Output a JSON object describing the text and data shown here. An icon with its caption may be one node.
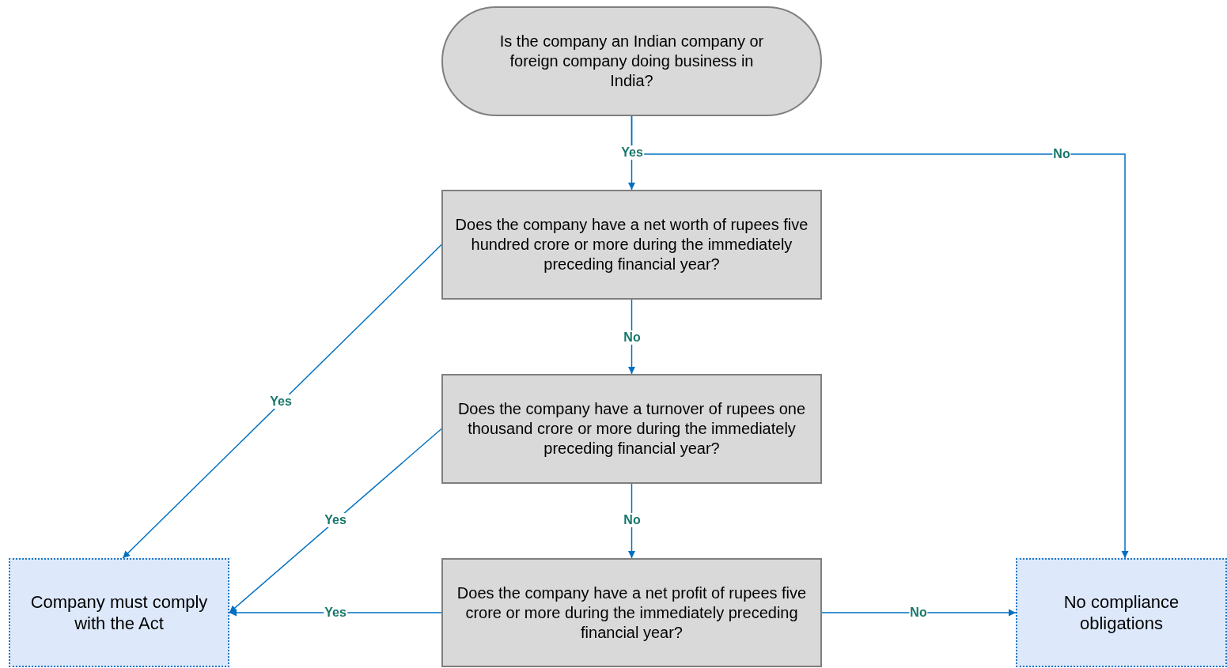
{
  "diagram": {
    "nodes": [
      {
        "text": [
          "Is the company an Indian company or foreign company doing business in India?"
        ]
      },
      {
        "text": [
          "Does the company have a net worth of rupees five hundred crore or more during the immediately preceding financial year?"
        ]
      },
      {
        "text": [
          "Does the company have a turnover of rupees one thousand crore or more during the immediately preceding financial year?"
        ]
      },
      {
        "text": [
          "Does the company have a net profit of rupees five crore or more during the immediately preceding financial year?"
        ]
      },
      {
        "text": [
          "Company must comply with the Act"
        ]
      },
      {
        "text": [
          "No compliance obligations"
        ]
      }
    ],
    "edges": [
      {
        "from": 0,
        "to": 1,
        "arrow": "to",
        "label": "Yes"
      },
      {
        "from": 0,
        "to": 5,
        "arrow": "to",
        "label": "No"
      },
      {
        "from": 1,
        "to": 4,
        "arrow": "to",
        "label": "Yes"
      },
      {
        "from": 1,
        "to": 2,
        "arrow": "to",
        "label": "No"
      },
      {
        "from": 2,
        "to": 4,
        "arrow": "to",
        "label": "Yes"
      },
      {
        "from": 2,
        "to": 3,
        "arrow": "to",
        "label": "No"
      },
      {
        "from": 3,
        "to": 4,
        "arrow": "to",
        "label": "Yes"
      },
      {
        "from": 3,
        "to": 5,
        "arrow": "to",
        "label": "No"
      }
    ]
  }
}
